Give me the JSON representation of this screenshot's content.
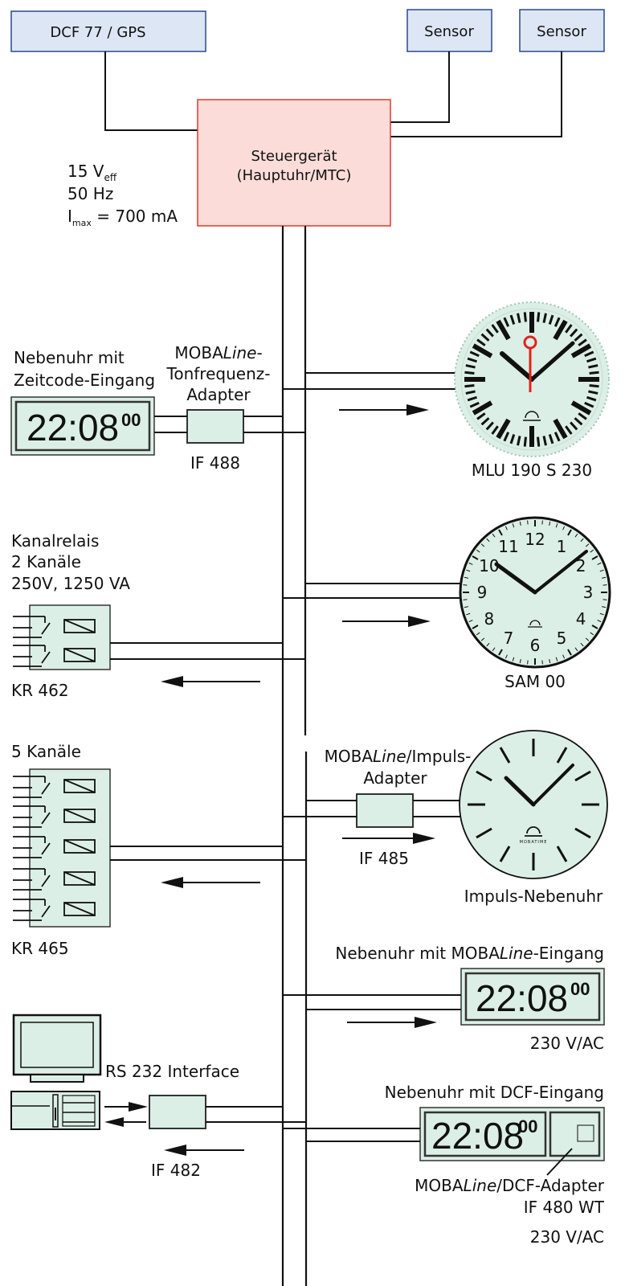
{
  "top": {
    "dcf_box": "DCF 77 / GPS",
    "sensor1": "Sensor",
    "sensor2": "Sensor",
    "controller_line1": "Steuergerät",
    "controller_line2": "(Hauptuhr/MTC)",
    "power_line1_main": "15 V",
    "power_line1_sub": "eff",
    "power_line2": "50 Hz",
    "power_line3_main": "I",
    "power_line3_sub": "max",
    "power_line3_rest": " = 700 mA"
  },
  "nebenuhr_zeitcode": {
    "label_line1": "Nebenuhr mit",
    "label_line2": "Zeitcode-Eingang",
    "display_time": "22:08",
    "display_sec": "00"
  },
  "adapter_if488": {
    "label_line1_a": "MOBA",
    "label_line1_b": "Line",
    "label_line1_c": "-",
    "label_line2": "Tonfrequenz-",
    "label_line3": "Adapter",
    "model": "IF 488"
  },
  "clock_mlu": {
    "label": "MLU 190 S 230"
  },
  "kanalrelais": {
    "label_line1": "Kanalrelais",
    "label_line2": "2 Kanäle",
    "label_line3": "250V, 1250 VA",
    "model": "KR 462"
  },
  "clock_sam": {
    "label": "SAM 00",
    "numbers": [
      "12",
      "1",
      "2",
      "3",
      "4",
      "5",
      "6",
      "7",
      "8",
      "9",
      "10",
      "11"
    ]
  },
  "relais5": {
    "label": "5 Kanäle",
    "model": "KR 465"
  },
  "adapter_if485": {
    "label_line1_a": "MOBA",
    "label_line1_b": "Line",
    "label_line1_c": "/Impuls-",
    "label_line2": "Adapter",
    "model": "IF 485"
  },
  "clock_impuls": {
    "label": "Impuls-Nebenuhr",
    "brand": "MOBATIME"
  },
  "nebenuhr_mobaline": {
    "label_a": "Nebenuhr mit MOBA",
    "label_b": "Line",
    "label_c": "-Eingang",
    "display_time": "22:08",
    "display_sec": "00",
    "power": "230 V/AC"
  },
  "computer": {
    "interface_label": "RS 232 Interface",
    "model": "IF 482"
  },
  "nebenuhr_dcf": {
    "label": "Nebenuhr mit DCF-Eingang",
    "display_time": "22:08",
    "display_sec": "00",
    "adapter_label_a": "MOBA",
    "adapter_label_b": "Line",
    "adapter_label_c": "/DCF-Adapter",
    "adapter_model": "IF 480 WT",
    "power": "230 V/AC"
  },
  "colors": {
    "box_blue_fill": "#dde6f5",
    "box_blue_stroke": "#2a4a8a",
    "controller_fill": "#fbdcd8",
    "controller_stroke": "#e03a2a",
    "device_fill": "#dcefe6",
    "line": "#111111",
    "second_hand": "#e2231a"
  }
}
